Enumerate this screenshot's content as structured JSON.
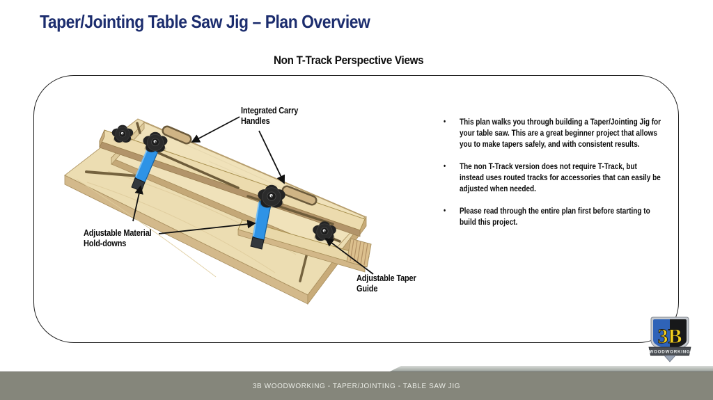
{
  "slide": {
    "title": "Taper/Jointing Table Saw Jig – Plan Overview",
    "subtitle": "Non T-Track Perspective Views"
  },
  "diagram": {
    "callouts": {
      "carry_handles": "Integrated Carry\nHandles",
      "hold_downs": "Adjustable Material\nHold-downs",
      "taper_guide": "Adjustable Taper\nGuide"
    },
    "colors": {
      "wood_top": "#ecddb2",
      "wood_edge": "#cfb385",
      "slot_dark": "#75633f",
      "clamp_blue": "#2e93e6",
      "clamp_tip": "#33383d",
      "knob_black": "#2b2b2b"
    }
  },
  "info_panel": {
    "bullet_char": "•",
    "bullets": [
      "This plan walks you through building a Taper/Jointing Jig for your table saw.  This are a great beginner project that allows you to make tapers safely, and with consistent results.",
      "The non T-Track version does not require T-Track, but instead uses routed tracks for accessories that can easily be adjusted when needed.",
      "Please read through the entire plan first before starting to build this project."
    ]
  },
  "footer": {
    "text": "3B WOODWORKING - TAPER/JOINTING  - TABLE SAW JIG",
    "bar_color": "#85867b"
  },
  "logo": {
    "monogram": "3B",
    "wordmark": "WOODWORKING",
    "shield_blue": "#2f63b8",
    "shield_black": "#17181a",
    "monogram_yellow": "#f2cf1e"
  }
}
